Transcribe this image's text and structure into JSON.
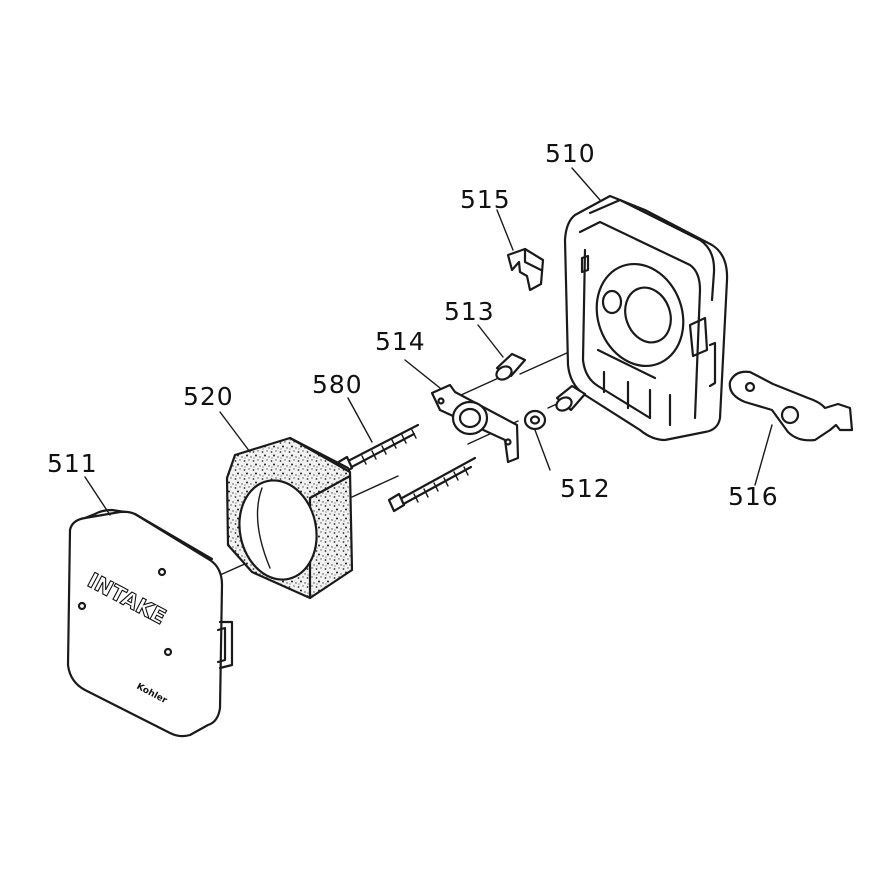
{
  "figure": {
    "callouts": [
      {
        "id": "510",
        "label": "510"
      },
      {
        "id": "511",
        "label": "511"
      },
      {
        "id": "512",
        "label": "512"
      },
      {
        "id": "513",
        "label": "513"
      },
      {
        "id": "514",
        "label": "514"
      },
      {
        "id": "515",
        "label": "515"
      },
      {
        "id": "516",
        "label": "516"
      },
      {
        "id": "520",
        "label": "520"
      },
      {
        "id": "580",
        "label": "580"
      }
    ],
    "cover_embossed_text": "INTAKE",
    "cover_brand_mark": "Kohler"
  }
}
